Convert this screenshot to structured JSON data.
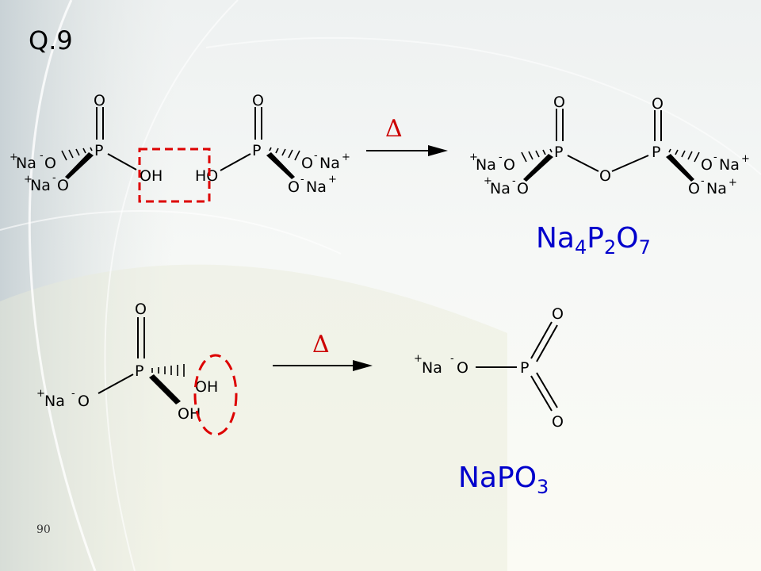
{
  "slide": {
    "question": "Q.9",
    "page_number": "90",
    "delta_symbol": "Δ",
    "highlight_color": "#dd0000",
    "formula_color": "#0000cc",
    "delta_color": "#cc0000"
  },
  "atoms": {
    "O": "O",
    "P": "P",
    "OH": "OH",
    "HO": "HO",
    "Na": "Na",
    "plus": "+",
    "minus": "-"
  },
  "reaction1": {
    "product_formula": {
      "p1": "Na",
      "s1": "4",
      "p2": "P",
      "s2": "2",
      "p3": "O",
      "s3": "7"
    }
  },
  "reaction2": {
    "product_formula": {
      "p1": "NaPO",
      "s1": "3"
    }
  }
}
